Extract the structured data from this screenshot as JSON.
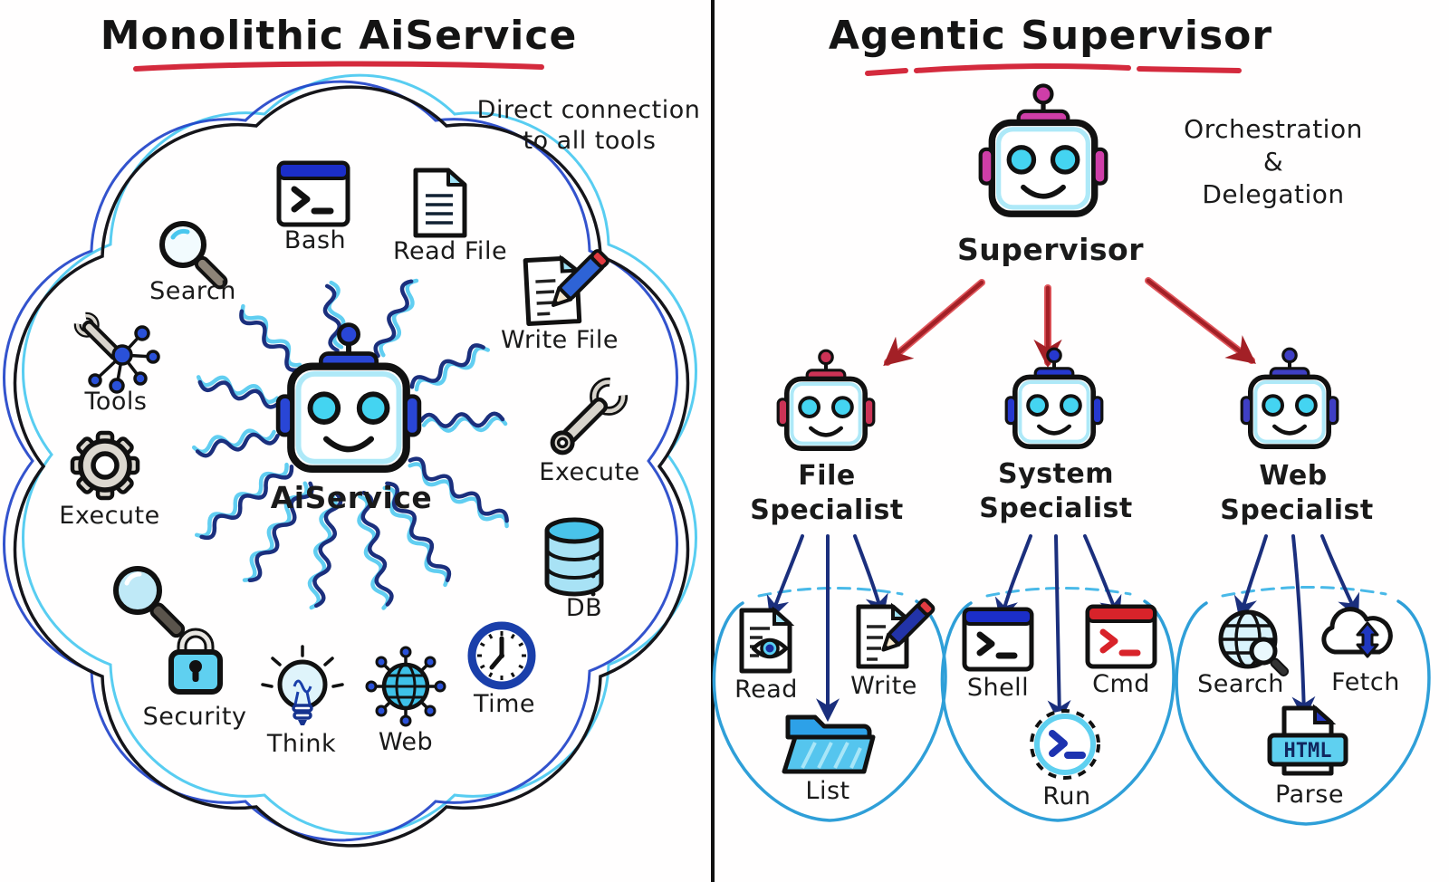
{
  "left_panel": {
    "title": "Monolithic AiService",
    "note_line1": "Direct connection",
    "note_line2": "to all tools",
    "center_label": "AiService",
    "tool_labels": {
      "search": "Search",
      "bash": "Bash",
      "read_file": "Read File",
      "write_file": "Write File",
      "tools": "Tools",
      "execute_gear": "Execute",
      "security": "Security",
      "think": "Think",
      "web": "Web",
      "time": "Time",
      "db": "DB",
      "execute_wrench": "Execute"
    }
  },
  "right_panel": {
    "title": "Agentic Supervisor",
    "note_line1": "Orchestration",
    "note_line2": "&",
    "note_line3": "Delegation",
    "supervisor_label": "Supervisor",
    "specialists": [
      {
        "name_line1": "File",
        "name_line2": "Specialist",
        "tool1": "Read",
        "tool2": "Write",
        "tool3": "List"
      },
      {
        "name_line1": "System",
        "name_line2": "Specialist",
        "tool1": "Shell",
        "tool2": "Cmd",
        "tool3": "Run"
      },
      {
        "name_line1": "Web",
        "name_line2": "Specialist",
        "tool1": "Search",
        "tool2": "Fetch",
        "tool3": "Parse",
        "badge": "HTML"
      }
    ]
  },
  "colors": {
    "underline_red": "#d42a3d",
    "arrow_red": "#a32026",
    "navy": "#1b2f7d",
    "cyan": "#45c6ee",
    "accent_supervisor": "#cf3ea8",
    "accent_file_specialist": "#cc3356",
    "accent_system_specialist": "#2638cf",
    "accent_web_specialist": "#3f3fc4",
    "accent_aiservice": "#2946d6"
  }
}
